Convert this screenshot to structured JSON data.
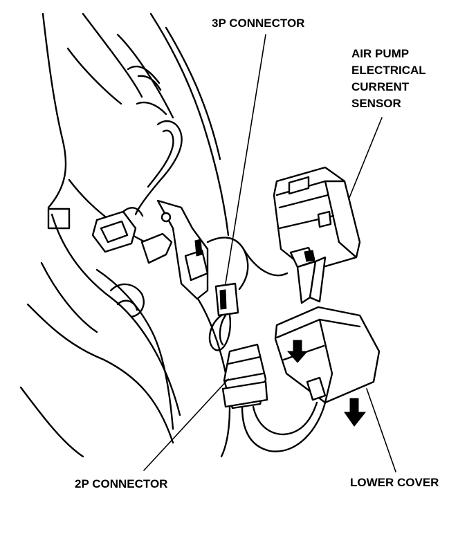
{
  "labels": {
    "connector_3p": "3P CONNECTOR",
    "sensor_line1": "AIR PUMP",
    "sensor_line2": "ELECTRICAL",
    "sensor_line3": "CURRENT",
    "sensor_line4": "SENSOR",
    "connector_2p": "2P CONNECTOR",
    "lower_cover": "LOWER COVER"
  }
}
